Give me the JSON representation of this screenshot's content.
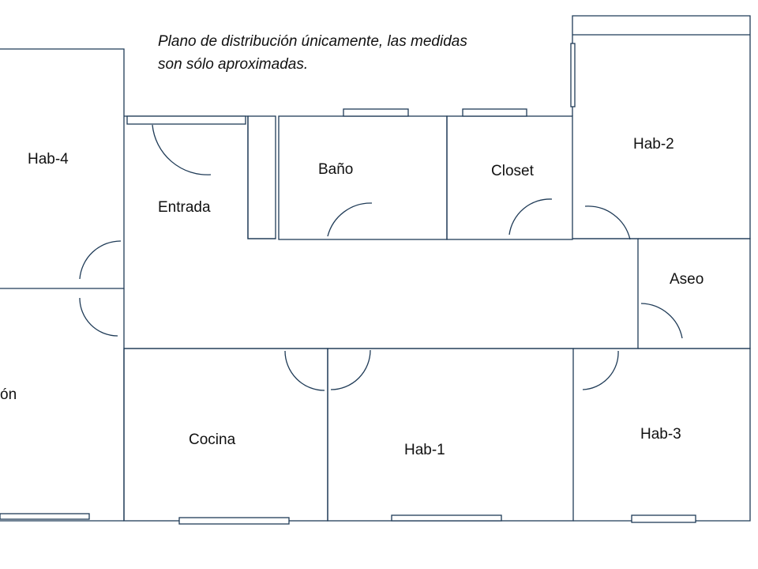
{
  "note": {
    "line1": "Plano de distribución únicamente, las medidas",
    "line2": "son sólo aproximadas."
  },
  "rooms": {
    "hab4": "Hab-4",
    "entrada": "Entrada",
    "bano": "Baño",
    "closet": "Closet",
    "hab2": "Hab-2",
    "aseo": "Aseo",
    "salon_partial": "ón",
    "cocina": "Cocina",
    "hab1": "Hab-1",
    "hab3": "Hab-3"
  }
}
